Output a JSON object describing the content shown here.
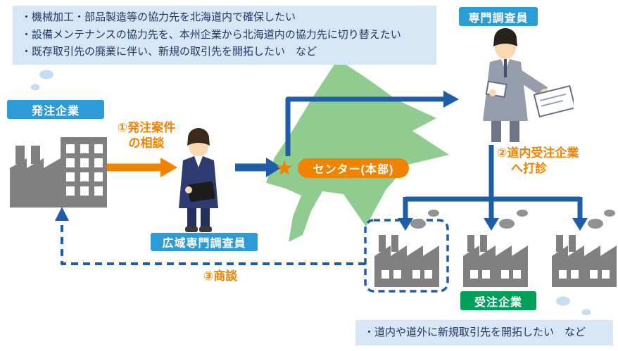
{
  "colors": {
    "badge_blue": "#2D9BD5",
    "badge_green": "#00A05A",
    "orange": "#F08300",
    "arrow_blue": "#1F5DA8",
    "bubble_bg": "#D6E6F5",
    "bubble_text": "#1F3864",
    "factory_gray": "#808080",
    "map_green": "#90CC90"
  },
  "bubbles": {
    "ordering_needs": {
      "lines": [
        "・機械加工・部品製造等の協力先を北海道内で確保したい",
        "・設備メンテナンスの協力先を、本州企業から北海道内の協力先に切り替えたい",
        "・既存取引先の廃業に伴い、新規の取引先を開拓したい　など"
      ]
    },
    "receiving_needs": {
      "text": "・道内や道外に新規取引先を開拓したい　など"
    }
  },
  "badges": {
    "ordering_company": "発注企業",
    "specialist": "専門調査員",
    "wide_area_specialist": "広域専門調査員",
    "center": "センター(本部)",
    "receiving_company": "受注企業"
  },
  "steps": {
    "step1_line1": "①発注案件",
    "step1_line2": "の相談",
    "step2_line1": "②道内受注企業",
    "step2_line2": "へ打診",
    "step3": "③商談"
  },
  "icons": {
    "star": "★"
  }
}
